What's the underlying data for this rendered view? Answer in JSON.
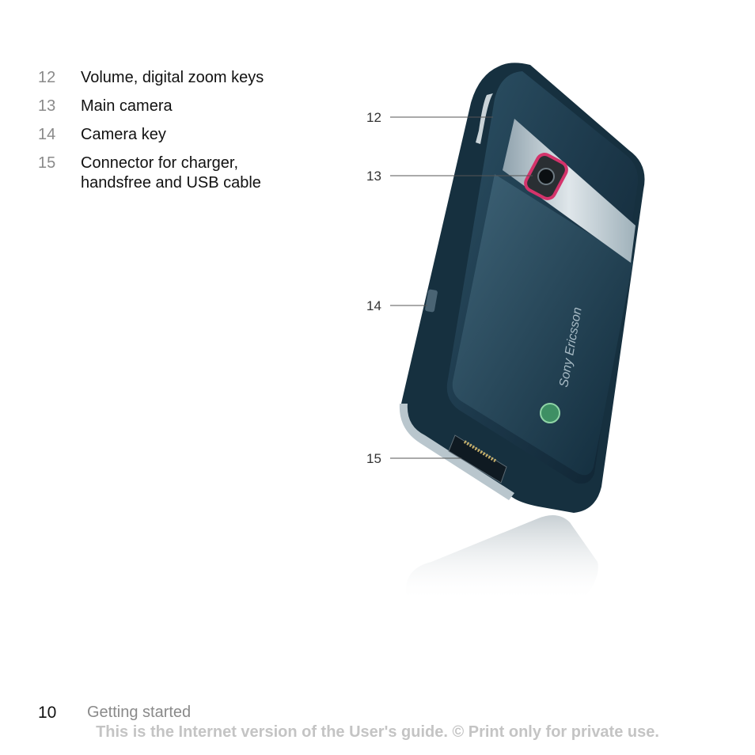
{
  "legend": [
    {
      "num": "12",
      "lines": [
        "Volume, digital zoom keys"
      ]
    },
    {
      "num": "13",
      "lines": [
        "Main camera"
      ]
    },
    {
      "num": "14",
      "lines": [
        "Camera key"
      ]
    },
    {
      "num": "15",
      "lines": [
        "Connector for charger,",
        "handsfree and USB cable"
      ]
    }
  ],
  "callouts": [
    "12",
    "13",
    "14",
    "15"
  ],
  "phone": {
    "brand_text": "Sony Ericsson",
    "body_color": "#1f3a4d",
    "accent_color": "#d4336b"
  },
  "footer": {
    "page_number": "10",
    "section": "Getting started",
    "disclaimer": "This is the Internet version of the User's guide. © Print only for private use."
  }
}
